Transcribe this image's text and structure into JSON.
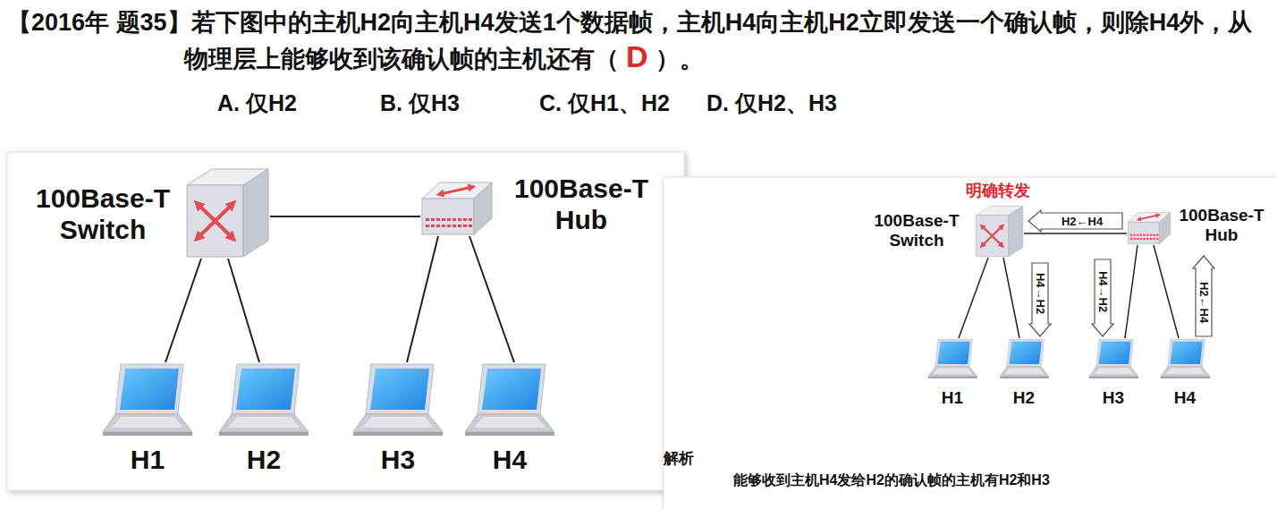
{
  "diagram": {
    "title": "【2016年 题35】若下图中的主机H2向主机H4发送1个数据帧，主机H4向主机H2立即发送一个确认帧，则除H4外，从物理层上能够收到该确认帧的主机还有（",
    "nodes": [
      {
        "text": [
          "100Base-T Switch"
        ]
      },
      {
        "text": [
          "100Base-T Hub"
        ]
      },
      {
        "text": [
          "H1"
        ]
      },
      {
        "text": [
          "H2"
        ]
      },
      {
        "text": [
          "H3"
        ]
      },
      {
        "text": [
          "H4"
        ]
      },
      {
        "text": [
          "100Base-T Switch"
        ]
      },
      {
        "text": [
          "100Base-T Hub"
        ]
      },
      {
        "text": [
          "H1"
        ]
      },
      {
        "text": [
          "H2"
        ]
      },
      {
        "text": [
          "H3"
        ]
      },
      {
        "text": [
          "H4"
        ]
      }
    ],
    "edges": [
      {
        "from": 0,
        "to": 1,
        "arrow": "none"
      },
      {
        "from": 0,
        "to": 2,
        "arrow": "none"
      },
      {
        "from": 0,
        "to": 3,
        "arrow": "none"
      },
      {
        "from": 1,
        "to": 4,
        "arrow": "none"
      },
      {
        "from": 1,
        "to": 5,
        "arrow": "none"
      },
      {
        "from": 6,
        "to": 7,
        "arrow": "none"
      },
      {
        "from": 6,
        "to": 8,
        "arrow": "none"
      },
      {
        "from": 6,
        "to": 9,
        "arrow": "none"
      },
      {
        "from": 7,
        "to": 10,
        "arrow": "none"
      },
      {
        "from": 7,
        "to": 11,
        "arrow": "none"
      }
    ],
    "labels": [
      "D",
      "）。",
      "A. 仅H2",
      "B. 仅H3",
      "C. 仅H1、H2",
      "D. 仅H2、H3",
      "明确转发",
      "H2←H4",
      "H4→H2",
      "H4→H2",
      "H2←H4",
      "解析",
      "能够收到主机H4发给H2的确认帧的主机有H2和H3"
    ]
  }
}
